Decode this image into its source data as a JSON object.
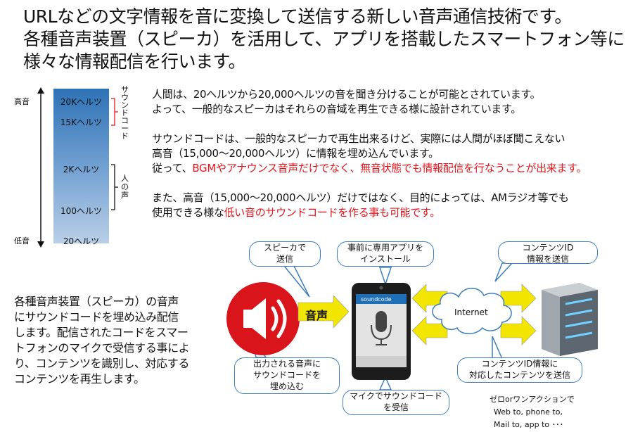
{
  "title": {
    "line1": "URLなどの文字情報を音に変換して送信する新しい音声通信技術です。",
    "line2": "各種音声装置（スピーカ）を活用して、アプリを搭載したスマートフォン等に",
    "line3": "様々な情報配信を行います。"
  },
  "freq_chart": {
    "axis_high": "高音",
    "axis_low": "低音",
    "labels": [
      "20Kヘルツ",
      "15Kヘルツ",
      "2Kヘルツ",
      "100ヘルツ",
      "20ヘルツ"
    ],
    "sound_code_label": "サウンドコード",
    "human_voice_label": "人の声"
  },
  "explanation": {
    "p1_l1": "人間は、20ヘルツから20,000ヘルツの音を聞き分けることが可能とされています。",
    "p1_l2": "よって、一般的なスピーカはそれらの音域を再生できる様に設計されています。",
    "p2_l1": "サウンドコードは、一般的なスピーカで再生出来るけど、実際には人間がほぼ聞こえない",
    "p2_l2": "高音（15,000～20,000ヘルツ）に情報を埋め込んでいます。",
    "p2_l3_a": "従って、",
    "p2_l3_b": "BGMやアナウンス音声だけでなく、無音状態でも情報配信を行なうことが出来ます。",
    "p3_l1": "また、高音（15,000～20,000ヘルツ）だけではなく、目的によっては、AMラジオ等でも",
    "p3_l2_a": "使用できる様な",
    "p3_l2_b": "低い音のサウンドコードを作る事も可能です。"
  },
  "left_description": [
    "各種音声装置（スピーカ）の音声",
    "にサウンドコードを埋め込み配信",
    "します。配信されたコードをスマー",
    "トフォンのマイクで受信する事によ",
    "り、コンテンツを識別し、対応する",
    "コンテンツを再生します。"
  ],
  "diagram": {
    "callout_speaker": [
      "スピーカで",
      "送信"
    ],
    "callout_app": [
      "事前に専用アプリを",
      "インストール"
    ],
    "callout_contents_id": [
      "コンテンツID",
      "情報を送信"
    ],
    "callout_output": [
      "出力される音声に",
      "サウンドコードを",
      "埋め込む"
    ],
    "callout_mic": [
      "マイクでサウンドコード",
      "を受信"
    ],
    "callout_server": [
      "コンテンツID情報に",
      "対応したコンテンツを送信"
    ],
    "arrow_voice_label": "音声",
    "cloud_label": "Internet",
    "phone_brand": "soundcode",
    "zero_action": [
      "ゼロorワンアクションで",
      "Web to, phone to,",
      "Mail to, app to ･･･"
    ]
  },
  "colors": {
    "accent_red": "#e8141b",
    "arrow_yellow": "#f2e500",
    "callout_border": "#3d7dbf",
    "speaker_red": "#d9141b"
  }
}
